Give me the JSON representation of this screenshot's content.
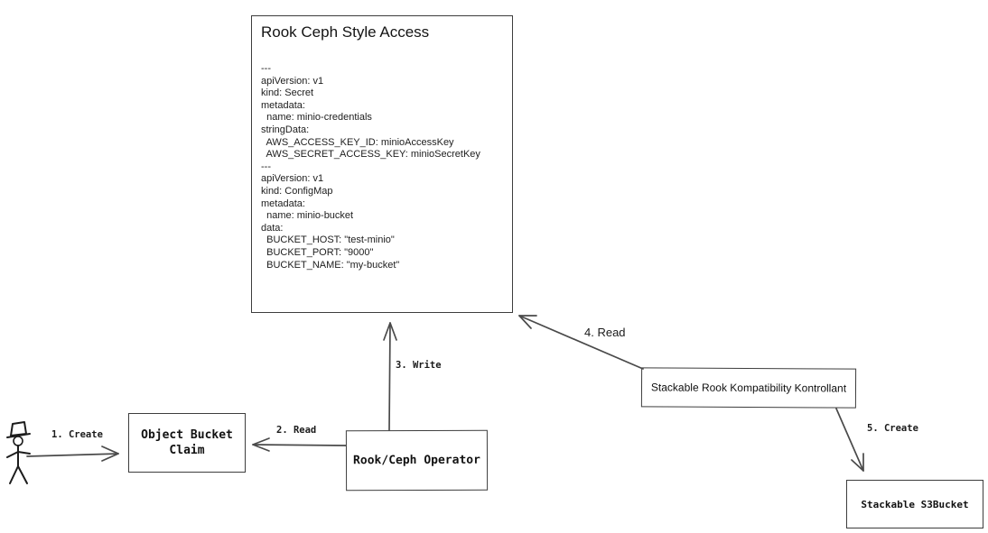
{
  "canvas": {
    "background": "#ffffff",
    "line_color": "#4a4a4a",
    "text_color": "#111111"
  },
  "rook_box": {
    "title": "Rook Ceph Style Access",
    "yaml_lines": [
      "---",
      "apiVersion: v1",
      "kind: Secret",
      "metadata:",
      "  name: minio-credentials",
      "stringData:",
      "  AWS_ACCESS_KEY_ID: minioAccessKey",
      "  AWS_SECRET_ACCESS_KEY: minioSecretKey",
      "---",
      "apiVersion: v1",
      "kind: ConfigMap",
      "metadata:",
      "  name: minio-bucket",
      "data:",
      "  BUCKET_HOST: \"test-minio\"",
      "  BUCKET_PORT: \"9000\"",
      "  BUCKET_NAME: \"my-bucket\""
    ]
  },
  "nodes": {
    "object_bucket_claim": {
      "label": "Object Bucket\nClaim"
    },
    "rook_ceph_operator": {
      "label": "Rook/Ceph Operator"
    },
    "stackable_kontrollant": {
      "label": "Stackable Rook Kompatibility Kontrollant"
    },
    "stackable_s3bucket": {
      "label": "Stackable S3Bucket"
    }
  },
  "edges": {
    "create_obc": {
      "label": "1. Create"
    },
    "read_obc": {
      "label": "2. Read"
    },
    "write_manifests": {
      "label": "3. Write"
    },
    "read_manifests": {
      "label": "4. Read"
    },
    "create_s3bucket": {
      "label": "5. Create"
    }
  }
}
